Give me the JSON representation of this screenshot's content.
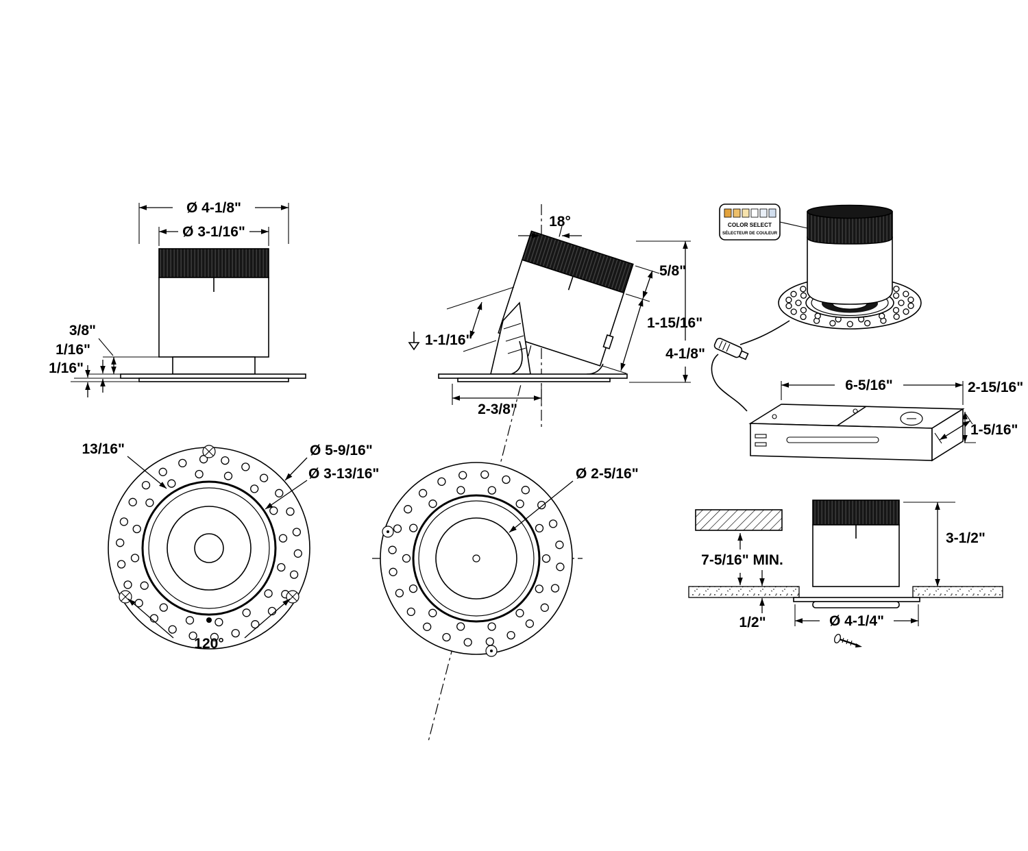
{
  "labels": {
    "side_view": {
      "outer_dia": "Ø 4-1/8\"",
      "inner_dia": "Ø 3-1/16\"",
      "step_height": "3/8\"",
      "flange_gap": "1/16\"",
      "flange_thick": "1/16\""
    },
    "tilt_view": {
      "angle": "18°",
      "band_height": "5/8\"",
      "side_length": "1-15/16\"",
      "overall_height": "4-1/8\"",
      "regress": "1-1/16\"",
      "axis_offset": "2-3/8\""
    },
    "iso_view": {
      "color_select_en": "COLOR SELECT",
      "color_select_fr": "SÉLECTEUR DE COULEUR",
      "swatches": [
        "#e2a23c",
        "#edbf6a",
        "#f7e3ad",
        "#ffffff",
        "#e9eff7",
        "#d2dfef"
      ],
      "box_length": "6-5/16\"",
      "box_depth": "2-15/16\"",
      "box_height": "1-5/16\""
    },
    "front_view": {
      "ring_width": "13/16\"",
      "outer_dia": "Ø 5-9/16\"",
      "inner_dia": "Ø 3-13/16\"",
      "screw_angle": "120°"
    },
    "front_view_tilted": {
      "aperture_dia": "Ø 2-5/16\""
    },
    "install_view": {
      "min_depth": "7-5/16\" MIN.",
      "height_above": "3-1/2\"",
      "ceiling_thick": "1/2\"",
      "cutout_dia": "Ø 4-1/4\""
    }
  }
}
